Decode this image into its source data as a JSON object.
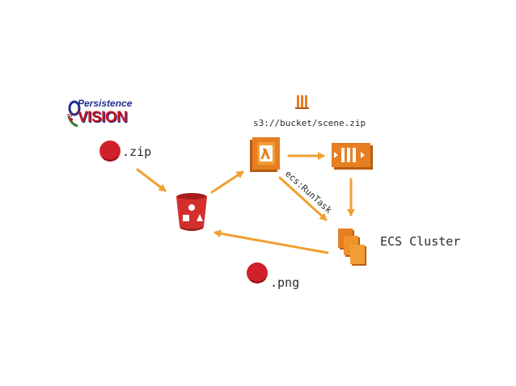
{
  "diagram": {
    "logo": {
      "line1": "Persistence",
      "of_word": "of",
      "line2": "VISION",
      "colors": {
        "dark_blue": "#1d2f8f",
        "red": "#c8161d",
        "green": "#2e7d32"
      }
    },
    "labels": {
      "zip": ".zip",
      "s3_path": "s3://bucket/scene.zip",
      "run_task": "ecs:RunTask",
      "ecs_cluster": "ECS Cluster",
      "png": ".png"
    },
    "icons": {
      "zip_file": "red-file-dot-icon",
      "png_file": "red-file-dot-icon",
      "bucket": "s3-bucket-icon",
      "lambda": "lambda-function-icon",
      "queue": "sqs-queue-icon",
      "small_queue": "sqs-queue-small-icon",
      "cluster": "ecs-cluster-icon"
    },
    "colors": {
      "arrow": "#f0a030",
      "aws_orange": "#e67e22",
      "aws_orange_dark": "#b85d10",
      "s3_red": "#d32f2f",
      "file_red": "#d0202a",
      "text": "#2b2b2b"
    }
  }
}
